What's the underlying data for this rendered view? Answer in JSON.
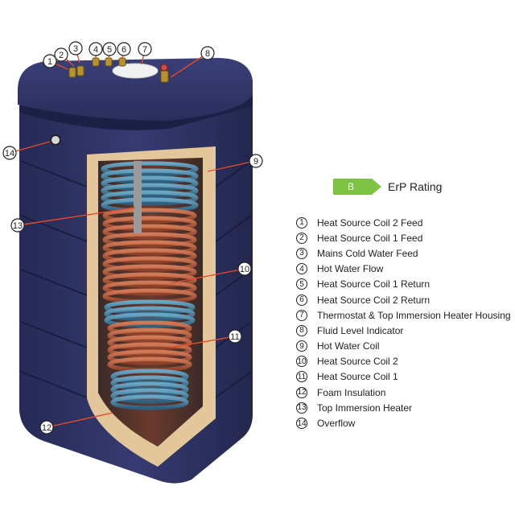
{
  "erp": {
    "rating": "B",
    "label": "ErP Rating",
    "badge_color": "#7dc242"
  },
  "colors": {
    "cylinder": "#2e3364",
    "insulation": "#e3c79a",
    "coil_copper": "#b55c3d",
    "coil_blue": "#3f7a9a"
  },
  "legend": [
    {
      "num": "1",
      "label": "Heat Source Coil 2 Feed"
    },
    {
      "num": "2",
      "label": "Heat Source Coil 1 Feed"
    },
    {
      "num": "3",
      "label": "Mains Cold Water Feed"
    },
    {
      "num": "4",
      "label": "Hot Water Flow"
    },
    {
      "num": "5",
      "label": "Heat Source Coil 1 Return"
    },
    {
      "num": "6",
      "label": "Heat Source Coil 2 Return"
    },
    {
      "num": "7",
      "label": "Thermostat & Top Immersion Heater Housing"
    },
    {
      "num": "8",
      "label": "Fluid Level Indicator"
    },
    {
      "num": "9",
      "label": "Hot Water Coil"
    },
    {
      "num": "10",
      "label": "Heat Source Coil 2"
    },
    {
      "num": "11",
      "label": "Heat Source Coil 1"
    },
    {
      "num": "12",
      "label": "Foam Insulation"
    },
    {
      "num": "13",
      "label": "Top Immersion Heater"
    },
    {
      "num": "14",
      "label": "Overflow"
    }
  ],
  "callouts": [
    "1",
    "2",
    "3",
    "4",
    "5",
    "6",
    "7",
    "8",
    "9",
    "10",
    "11",
    "12",
    "13",
    "14"
  ]
}
